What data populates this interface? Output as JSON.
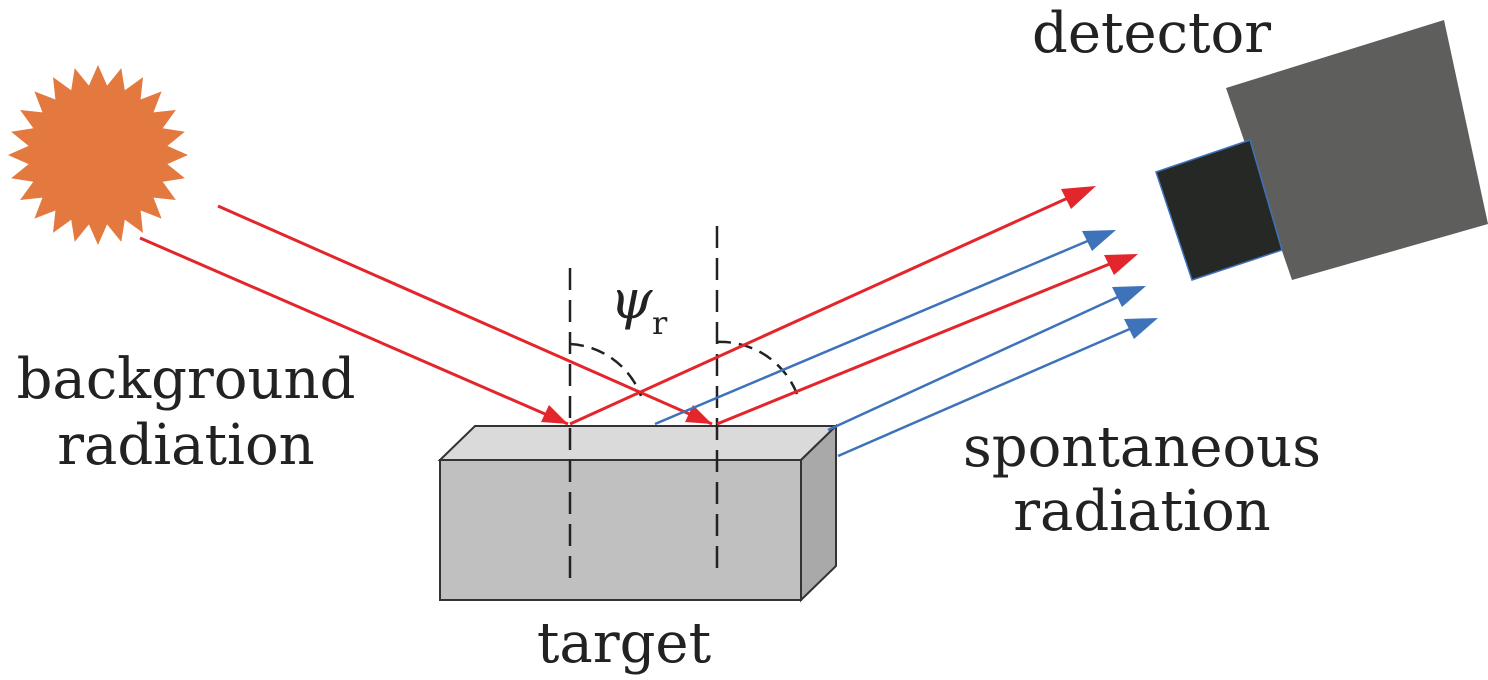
{
  "labels": {
    "detector": "detector",
    "background_line1": "background",
    "background_line2": "radiation",
    "spontaneous_line1": "spontaneous",
    "spontaneous_line2": "radiation",
    "target": "target",
    "angle_symbol": "ψ",
    "angle_subscript": "r"
  },
  "colors": {
    "sun": "#E4793F",
    "reflected_ray": "#E3262B",
    "emitted_ray": "#3E72B9",
    "target_front": "#C0C0C0",
    "target_top": "#DADADA",
    "target_side": "#A9A9A9",
    "detector_body": "#5E5F5D",
    "detector_lens": "#252825",
    "outline": "#333333"
  },
  "icons": {
    "source": "sun-icon",
    "detector": "camera-detector-icon"
  }
}
